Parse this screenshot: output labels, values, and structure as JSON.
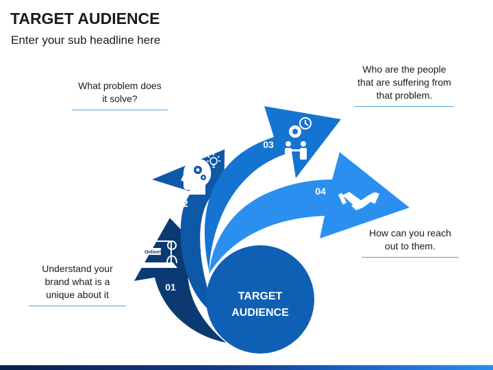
{
  "header": {
    "title": "TARGET AUDIENCE",
    "subtitle": "Enter your sub headline here"
  },
  "notes": {
    "problem": [
      "What problem does",
      "it solve?"
    ],
    "people": [
      "Who are the people",
      "that  are suffering from",
      "that problem."
    ],
    "reach": [
      "How can you reach",
      "out to them."
    ],
    "brand": [
      "Understand your",
      "brand what is a",
      "unique about it"
    ]
  },
  "diagram": {
    "steps": [
      {
        "number": "01",
        "icon": "laptop-online-icon",
        "color": "#0b3a73"
      },
      {
        "number": "02",
        "icon": "head-gears-icon",
        "color": "#0e58a8"
      },
      {
        "number": "03",
        "icon": "team-gear-clock-icon",
        "color": "#1574d1"
      },
      {
        "number": "04",
        "icon": "handshake-icon",
        "color": "#2b8ff0"
      }
    ],
    "center": {
      "line1": "TARGET",
      "line2": "AUDIENCE",
      "color": "#0f5fb5"
    },
    "laptop_label": "Online!"
  },
  "colors": {
    "note_rule": "#4aa3df",
    "footer_start": "#0a1f4a",
    "footer_end": "#2a8cf0"
  }
}
